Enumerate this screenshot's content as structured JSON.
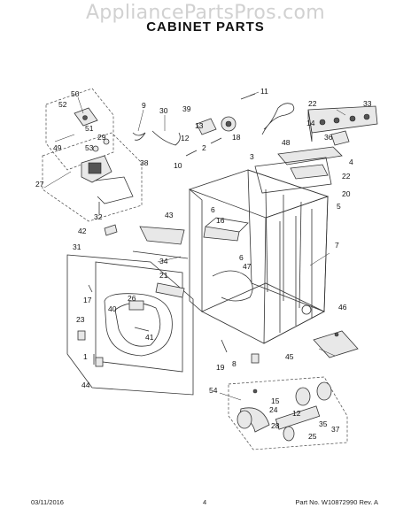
{
  "watermark": "AppliancePartsPros.com",
  "title": "CABINET PARTS",
  "footer": {
    "date": "03/11/2016",
    "page": "4",
    "part_no": "Part No.  W10872990  Rev.  A"
  },
  "callouts": [
    "50",
    "52",
    "51",
    "49",
    "9",
    "30",
    "11",
    "39",
    "13",
    "18",
    "12",
    "48",
    "22",
    "33",
    "14",
    "36",
    "4",
    "53",
    "29",
    "2",
    "38",
    "10",
    "3",
    "27",
    "22",
    "20",
    "5",
    "32",
    "42",
    "31",
    "43",
    "6",
    "16",
    "7",
    "34",
    "21",
    "6",
    "47",
    "17",
    "40",
    "26",
    "23",
    "41",
    "1",
    "44",
    "46",
    "45",
    "19",
    "8",
    "54",
    "15",
    "24",
    "28",
    "12",
    "25",
    "35",
    "37"
  ]
}
